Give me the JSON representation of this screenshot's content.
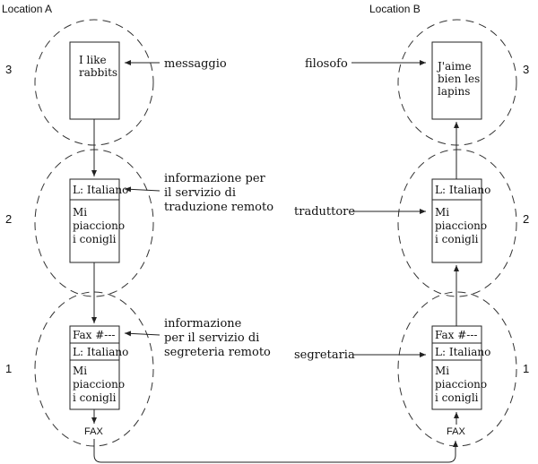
{
  "locations": {
    "a": "Location A",
    "b": "Location B"
  },
  "levels": {
    "l3": "3",
    "l2": "2",
    "l1": "1"
  },
  "side_a": {
    "l3_box": [
      "I like",
      "rabbits"
    ],
    "l2_header": "L: Italiano",
    "l2_body": [
      "Mi",
      "piacciono",
      "i conigli"
    ],
    "l1_header1": "Fax #---",
    "l1_header2": "L: Italiano",
    "l1_body": [
      "Mi",
      "piacciono",
      "i conigli"
    ],
    "fax": "FAX"
  },
  "side_b": {
    "l3_box": [
      "J'aime",
      "bien les",
      "lapins"
    ],
    "l2_header": "L: Italiano",
    "l2_body": [
      "Mi",
      "piacciono",
      "i conigli"
    ],
    "l1_header1": "Fax #---",
    "l1_header2": "L: Italiano",
    "l1_body": [
      "Mi",
      "piacciono",
      "i conigli"
    ],
    "fax": "FAX"
  },
  "middle_labels": {
    "messaggio": "messaggio",
    "info_traduzione": [
      "informazione per",
      "il servizio di",
      "traduzione remoto"
    ],
    "info_segreteria": [
      "informazione",
      "per il servizio di",
      "segreteria remoto"
    ],
    "filosofo": "filosofo",
    "traduttore": "traduttore",
    "segretaria": "segretaria"
  },
  "colors": {
    "stroke": "#222222",
    "text": "#111111"
  }
}
